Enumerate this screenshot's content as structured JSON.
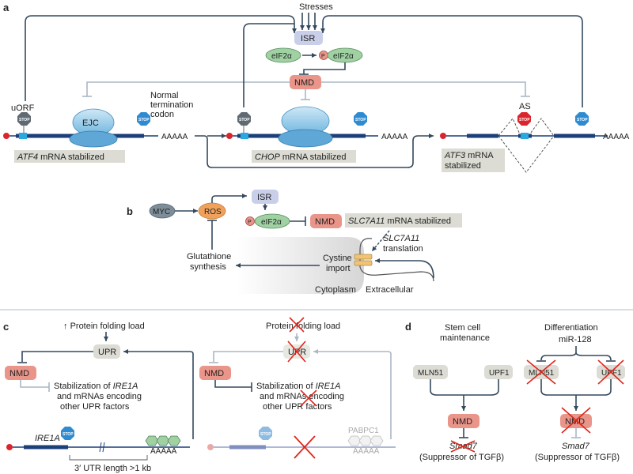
{
  "panels": {
    "a": "a",
    "b": "b",
    "c": "c",
    "d": "d"
  },
  "a": {
    "stresses": "Stresses",
    "isr": "ISR",
    "eif2a": "eIF2α",
    "p": "P",
    "nmd": "NMD",
    "uorf": "uORF",
    "ejc_left": "EJC",
    "normal_term_1": "Normal",
    "normal_term_2": "termination",
    "normal_term_3": "codon",
    "as": "AS",
    "stop": "STOP",
    "polya": "AAAAA",
    "atf4_gene": "ATF4",
    "atf4_rest": "mRNA stabilized",
    "chop_gene": "CHOP",
    "chop_rest": "mRNA stabilized",
    "atf3_gene": "ATF3",
    "atf3_rest": "mRNA",
    "atf3_line2": "stabilized"
  },
  "b": {
    "myc": "MYC",
    "ros": "ROS",
    "isr": "ISR",
    "p": "P",
    "eif2a": "eIF2α",
    "nmd": "NMD",
    "slc_gene": "SLC7A11",
    "slc_rest": "mRNA stabilized",
    "slc_trans_gene": "SLC7A11",
    "translation": "translation",
    "glut_1": "Glutathione",
    "glut_2": "synthesis",
    "cystine_1": "Cystine",
    "cystine_2": "import",
    "cytoplasm": "Cytoplasm",
    "extracellular": "Extracellular"
  },
  "c": {
    "up_arrow": "↑",
    "pfl": "Protein folding load",
    "upr": "UPR",
    "nmd": "NMD",
    "stab_pre": "Stabilization of ",
    "stab_gene": "IRE1A",
    "stab_2": "and mRNAs encoding",
    "stab_3": "other UPR factors",
    "ire1a": "IRE1A",
    "polya": "AAAAA",
    "stop": "STOP",
    "utr": "3′ UTR length >1 kb",
    "pabpc1": "PABPC1"
  },
  "d": {
    "stem_1": "Stem cell",
    "stem_2": "maintenance",
    "diff": "Differentiation",
    "mir": "miR-128",
    "mln51": "MLN51",
    "upf1": "UPF1",
    "nmd": "NMD",
    "smad7": "Smad7",
    "suppressor": "(Suppressor of TGFβ)"
  },
  "colors": {
    "mrna": "#1b3f78",
    "exon_junction": "#29a9e0",
    "isr_box": "#c9cfe8",
    "eif2a": "#9fd1a3",
    "nmd": "#e9958a",
    "ros": "#f0a25c",
    "myc": "#7d8d99",
    "label_box": "#dcdcd4",
    "stop_blue": "#2e8bd2",
    "stop_red": "#d9262c",
    "stop_grey": "#606a73",
    "cross": "#e0251b"
  }
}
